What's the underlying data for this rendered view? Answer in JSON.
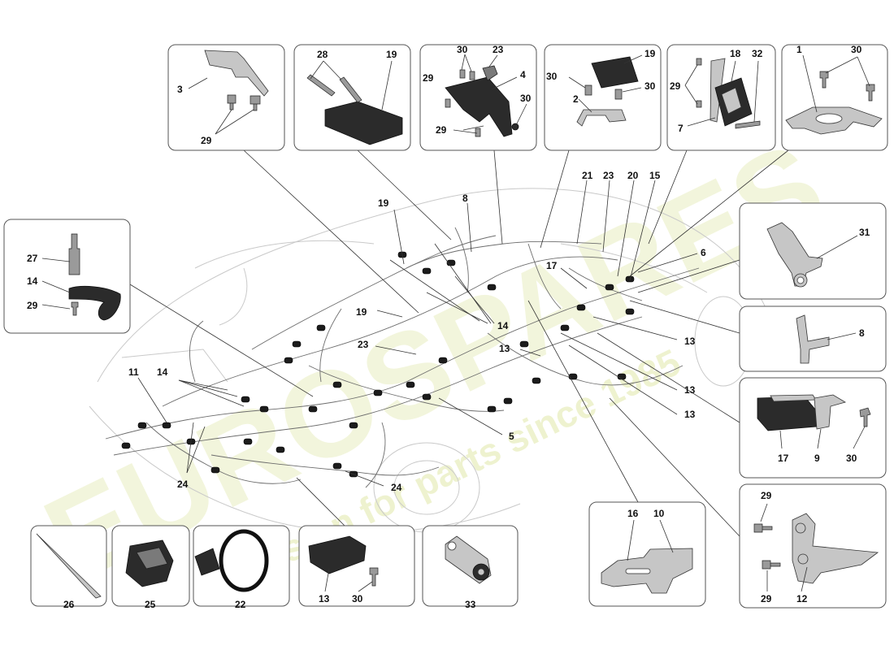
{
  "watermark": {
    "brand": "EUROSPARES",
    "tagline": "a passion for parts since 1985",
    "color": "#e9eec0"
  },
  "callouts": {
    "box_top_1": {
      "a": "3",
      "b": "29"
    },
    "box_top_2": {
      "a": "28",
      "b": "19"
    },
    "box_top_3": {
      "a": "30",
      "b": "23",
      "c": "29",
      "d": "4",
      "e": "30",
      "f": "29"
    },
    "box_top_4": {
      "a": "19",
      "b": "30",
      "c": "30",
      "d": "2"
    },
    "box_top_5": {
      "a": "18",
      "b": "32",
      "c": "29",
      "d": "7"
    },
    "box_top_6": {
      "a": "1",
      "b": "30"
    },
    "box_left": {
      "a": "27",
      "b": "14",
      "c": "29"
    },
    "box_r1": {
      "a": "31"
    },
    "box_r2": {
      "a": "8"
    },
    "box_r3": {
      "a": "17",
      "b": "9",
      "c": "30"
    },
    "box_r4": {
      "a": "29",
      "b": "29",
      "c": "12"
    },
    "box_b1": {
      "a": "26"
    },
    "box_b2": {
      "a": "25"
    },
    "box_b3": {
      "a": "22"
    },
    "box_b4": {
      "a": "13",
      "b": "30"
    },
    "box_b5": {
      "a": "33"
    },
    "box_b6": {
      "a": "16",
      "b": "10"
    },
    "main": {
      "m19a": "19",
      "m8": "8",
      "m21": "21",
      "m23a": "23",
      "m20": "20",
      "m15": "15",
      "m6": "6",
      "m17": "17",
      "m19b": "19",
      "m14a": "14",
      "m23b": "23",
      "m13a": "13",
      "m13b": "13",
      "m13c": "13",
      "m13d": "13",
      "m11": "11",
      "m14b": "14",
      "m5": "5",
      "m24a": "24",
      "m24b": "24"
    }
  }
}
